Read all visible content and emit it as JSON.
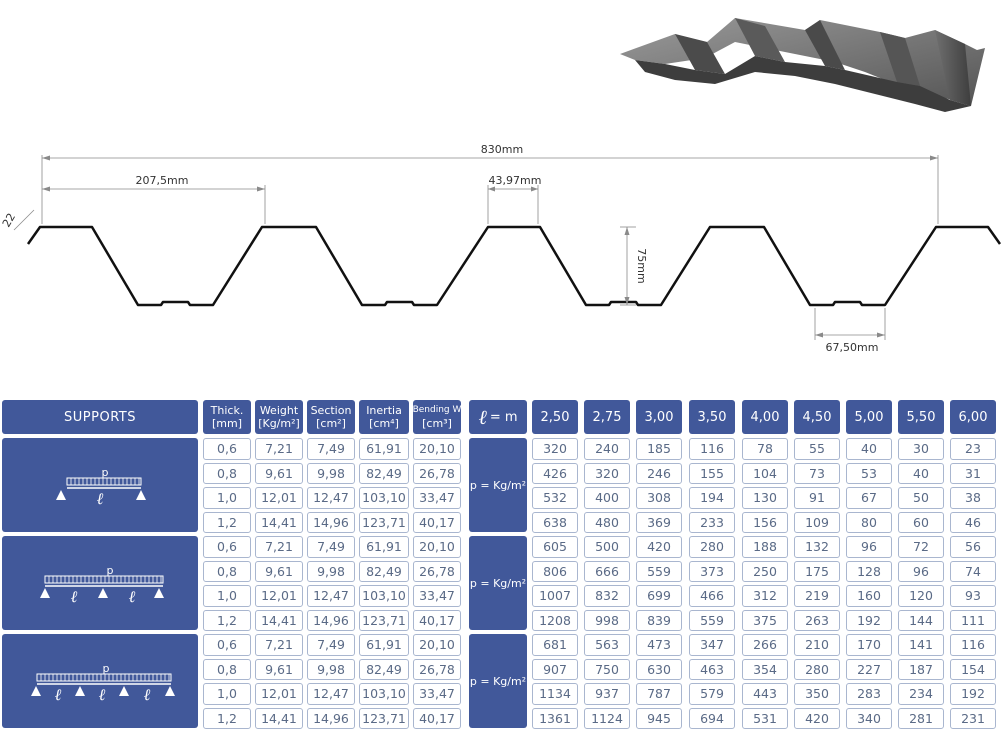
{
  "drawing": {
    "dimensions": {
      "total_width": "830mm",
      "pitch": "207,5mm",
      "top_flange": "43,97mm",
      "height": "75mm",
      "bottom_flange": "67,50mm",
      "edge": "22"
    },
    "colors": {
      "profile_line": "#111111",
      "dimension_line": "#8a8a8a"
    }
  },
  "table": {
    "colors": {
      "header_bg": "#41589a",
      "header_text": "#ffffff",
      "cell_border": "#a9b6cf",
      "cell_text": "#5a6a86"
    },
    "headers": {
      "supports": "SUPPORTS",
      "thick": [
        "Thick.",
        "[mm]"
      ],
      "weight": [
        "Weight",
        "[Kg/m²]"
      ],
      "section": [
        "Section",
        "[cm²]"
      ],
      "inertia": [
        "Inertia",
        "[cm⁴]"
      ],
      "bending": [
        "Bending W",
        "[cm³]"
      ],
      "span_label": "= m",
      "span_symbol": "ℓ",
      "spans": [
        "2,50",
        "2,75",
        "3,00",
        "3,50",
        "4,00",
        "4,50",
        "5,00",
        "5,50",
        "6,00"
      ]
    },
    "load_label": "p = Kg/m²",
    "diagram_labels": {
      "load": "p",
      "span": "ℓ"
    },
    "groups": [
      {
        "supports_icon": "simple-span-two-supports-icon",
        "props": [
          [
            "0,6",
            "7,21",
            "7,49",
            "61,91",
            "20,10"
          ],
          [
            "0,8",
            "9,61",
            "9,98",
            "82,49",
            "26,78"
          ],
          [
            "1,0",
            "12,01",
            "12,47",
            "103,10",
            "33,47"
          ],
          [
            "1,2",
            "14,41",
            "14,96",
            "123,71",
            "40,17"
          ]
        ],
        "loads": [
          [
            "320",
            "240",
            "185",
            "116",
            "78",
            "55",
            "40",
            "30",
            "23"
          ],
          [
            "426",
            "320",
            "246",
            "155",
            "104",
            "73",
            "53",
            "40",
            "31"
          ],
          [
            "532",
            "400",
            "308",
            "194",
            "130",
            "91",
            "67",
            "50",
            "38"
          ],
          [
            "638",
            "480",
            "369",
            "233",
            "156",
            "109",
            "80",
            "60",
            "46"
          ]
        ]
      },
      {
        "supports_icon": "two-span-three-supports-icon",
        "props": [
          [
            "0,6",
            "7,21",
            "7,49",
            "61,91",
            "20,10"
          ],
          [
            "0,8",
            "9,61",
            "9,98",
            "82,49",
            "26,78"
          ],
          [
            "1,0",
            "12,01",
            "12,47",
            "103,10",
            "33,47"
          ],
          [
            "1,2",
            "14,41",
            "14,96",
            "123,71",
            "40,17"
          ]
        ],
        "loads": [
          [
            "605",
            "500",
            "420",
            "280",
            "188",
            "132",
            "96",
            "72",
            "56"
          ],
          [
            "806",
            "666",
            "559",
            "373",
            "250",
            "175",
            "128",
            "96",
            "74"
          ],
          [
            "1007",
            "832",
            "699",
            "466",
            "312",
            "219",
            "160",
            "120",
            "93"
          ],
          [
            "1208",
            "998",
            "839",
            "559",
            "375",
            "263",
            "192",
            "144",
            "111"
          ]
        ]
      },
      {
        "supports_icon": "three-span-four-supports-icon",
        "props": [
          [
            "0,6",
            "7,21",
            "7,49",
            "61,91",
            "20,10"
          ],
          [
            "0,8",
            "9,61",
            "9,98",
            "82,49",
            "26,78"
          ],
          [
            "1,0",
            "12,01",
            "12,47",
            "103,10",
            "33,47"
          ],
          [
            "1,2",
            "14,41",
            "14,96",
            "123,71",
            "40,17"
          ]
        ],
        "loads": [
          [
            "681",
            "563",
            "473",
            "347",
            "266",
            "210",
            "170",
            "141",
            "116"
          ],
          [
            "907",
            "750",
            "630",
            "463",
            "354",
            "280",
            "227",
            "187",
            "154"
          ],
          [
            "1134",
            "937",
            "787",
            "579",
            "443",
            "350",
            "283",
            "234",
            "192"
          ],
          [
            "1361",
            "1124",
            "945",
            "694",
            "531",
            "420",
            "340",
            "281",
            "231"
          ]
        ]
      }
    ]
  }
}
